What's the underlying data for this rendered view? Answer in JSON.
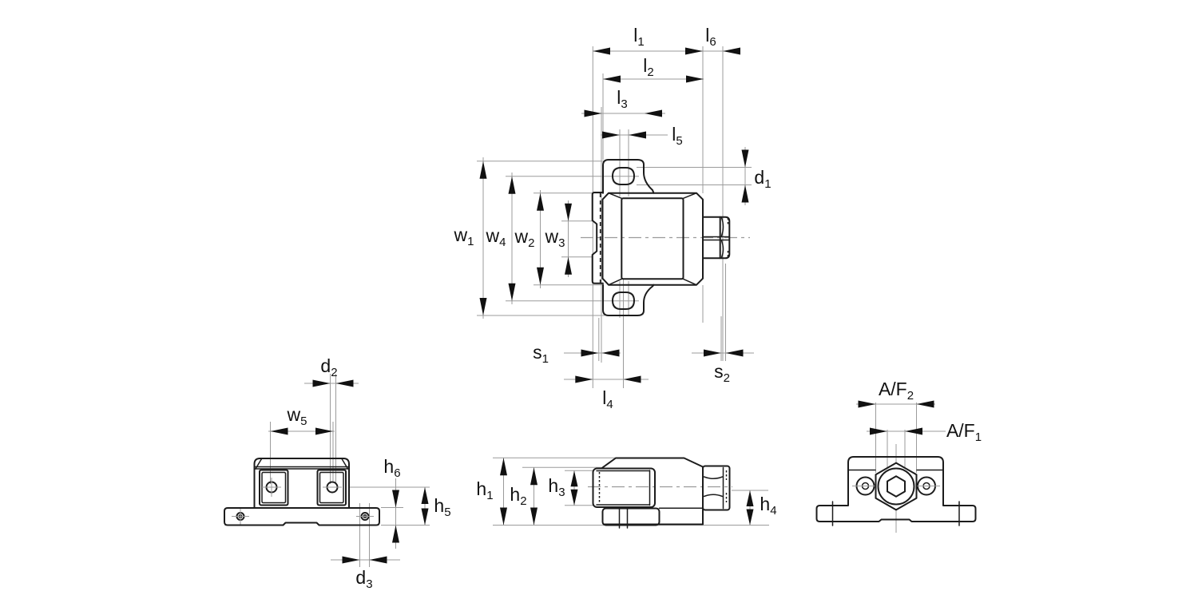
{
  "drawing": {
    "type": "technical-dimension-drawing",
    "views": [
      "plan-view",
      "rear-view",
      "side-view",
      "end-view"
    ]
  },
  "colors": {
    "background": "#ffffff",
    "outline": "#1c1c1c",
    "dimension": "#9b9b9b",
    "arrow": "#111111",
    "label": "#111111"
  },
  "dims": {
    "l1": {
      "main": "l",
      "sub": "1"
    },
    "l2": {
      "main": "l",
      "sub": "2"
    },
    "l3": {
      "main": "l",
      "sub": "3"
    },
    "l4": {
      "main": "l",
      "sub": "4"
    },
    "l5": {
      "main": "l",
      "sub": "5"
    },
    "l6": {
      "main": "l",
      "sub": "6"
    },
    "d1": {
      "main": "d",
      "sub": "1"
    },
    "d2": {
      "main": "d",
      "sub": "2"
    },
    "d3": {
      "main": "d",
      "sub": "3"
    },
    "w1": {
      "main": "w",
      "sub": "1"
    },
    "w2": {
      "main": "w",
      "sub": "2"
    },
    "w3": {
      "main": "w",
      "sub": "3"
    },
    "w4": {
      "main": "w",
      "sub": "4"
    },
    "w5": {
      "main": "w",
      "sub": "5"
    },
    "s1": {
      "main": "s",
      "sub": "1"
    },
    "s2": {
      "main": "s",
      "sub": "2"
    },
    "h1": {
      "main": "h",
      "sub": "1"
    },
    "h2": {
      "main": "h",
      "sub": "2"
    },
    "h3": {
      "main": "h",
      "sub": "3"
    },
    "h4": {
      "main": "h",
      "sub": "4"
    },
    "h5": {
      "main": "h",
      "sub": "5"
    },
    "h6": {
      "main": "h",
      "sub": "6"
    },
    "af1": {
      "main": "A/F",
      "sub": "1"
    },
    "af2": {
      "main": "A/F",
      "sub": "2"
    }
  }
}
